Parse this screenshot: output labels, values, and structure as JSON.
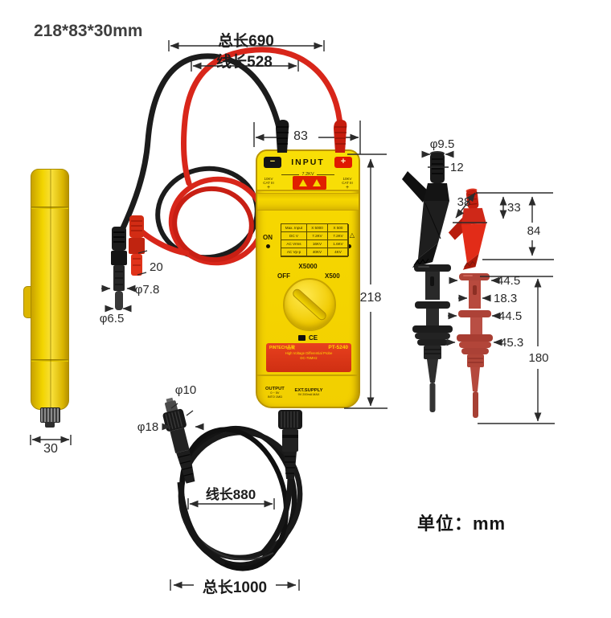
{
  "page": {
    "size_label": "218*83*30mm",
    "unit_note": "单位：mm"
  },
  "dimensions": {
    "total_length": "总长690",
    "lead_length": "线长528",
    "body_width": "83",
    "body_height": "218",
    "body_depth": "30",
    "plug_tip_length": "20",
    "plug_barrel_diameter": "φ7.8",
    "plug_tip_diameter": "φ6.5",
    "clip_cap_diameter": "φ9.5",
    "clip_cap_length": "12",
    "clip_jaw_opening": "38",
    "clip_head_height": "33",
    "clip_total_height": "84",
    "hook_cap_width": "44.5",
    "hook_body_width": "18.3",
    "hook_disc_width": "44.5",
    "hook_guard_width": "45.3",
    "hook_total_height": "180",
    "bnc_tip_diameter": "φ10",
    "bnc_nut_diameter": "φ18",
    "bnc_cable_length": "线长880",
    "bnc_total_length": "总长1000"
  },
  "device": {
    "input_label": "INPUT",
    "minus_label": "−",
    "plus_label": "+",
    "input_rating": "7.2KV",
    "cat": {
      "line1": "10KV",
      "line2": "CAT III",
      "mark": "+"
    },
    "warning_icon": "⚠",
    "panel_warning_icon": "△",
    "on_label": "ON",
    "spec_table": {
      "rows": [
        [
          "Max. Input",
          "X 5000",
          "X 500"
        ],
        [
          "DC V",
          "7.2KV",
          "7.2KV"
        ],
        [
          "AC Vrms",
          "16KV",
          "1.6KV"
        ],
        [
          "AC Vp-p",
          "40KV",
          "4KV"
        ]
      ]
    },
    "switch": {
      "x5000": "X5000",
      "off": "OFF",
      "x500": "X500"
    },
    "ce_mark": "CE",
    "label": {
      "brand": "PINTECH品致",
      "model": "PT-5240",
      "line2": "High Voltage Differential Probe",
      "line3": "DC-75MHz"
    },
    "output": {
      "title": "OUTPUT",
      "sub1": "0 ~ 5V",
      "sub2": "INTO 1MΩ"
    },
    "ext_supply": {
      "title": "EXT.SUPPLY",
      "sub": "9V 200mA MAX"
    }
  },
  "colors": {
    "body_yellow": "#f3d400",
    "label_red": "#df3a1e",
    "cable_red": "#d8261a",
    "cable_black": "#1c1c1c",
    "dim_line": "#2b2b2b"
  }
}
